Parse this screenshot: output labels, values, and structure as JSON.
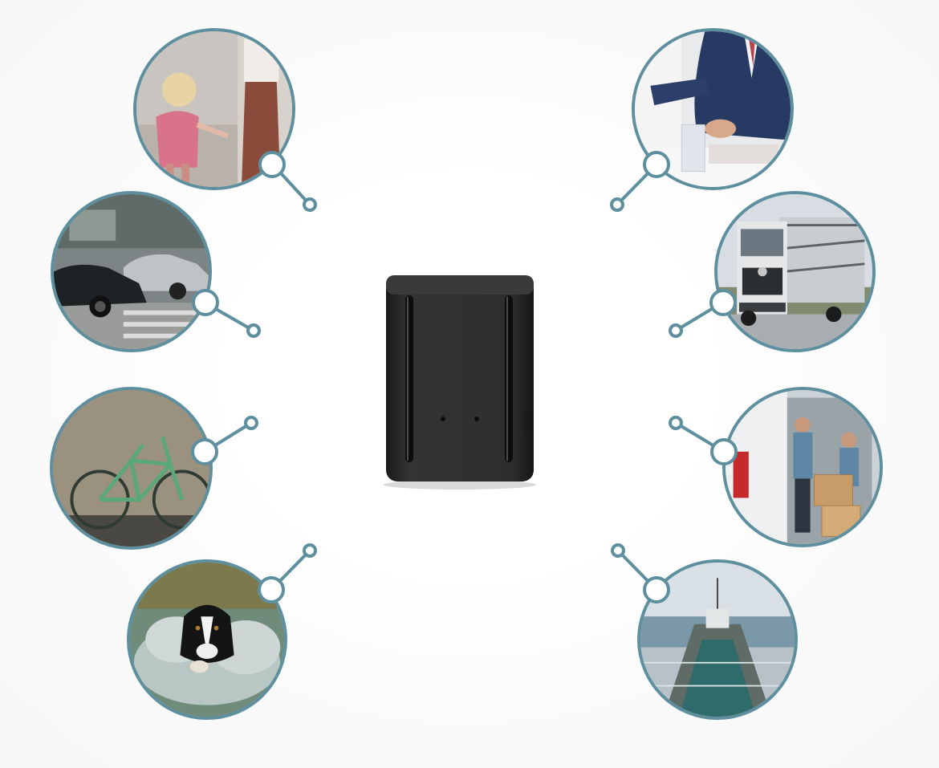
{
  "colors": {
    "accent": "#5e8f9f",
    "background": "#ffffff",
    "device": "#2a2a2a"
  },
  "scenes": [
    {
      "id": "child",
      "icon": "child-walking-with-parent-photo"
    },
    {
      "id": "car",
      "icon": "cars-on-street-photo"
    },
    {
      "id": "bicycle",
      "icon": "green-bicycle-photo"
    },
    {
      "id": "dog",
      "icon": "dog-running-in-water-photo"
    },
    {
      "id": "business",
      "icon": "businessman-at-desk-photo"
    },
    {
      "id": "truck",
      "icon": "semi-truck-photo"
    },
    {
      "id": "delivery",
      "icon": "delivery-van-workers-photo"
    },
    {
      "id": "ship",
      "icon": "cargo-ship-deck-photo"
    }
  ],
  "device": {
    "icon": "gps-tracker-device"
  }
}
